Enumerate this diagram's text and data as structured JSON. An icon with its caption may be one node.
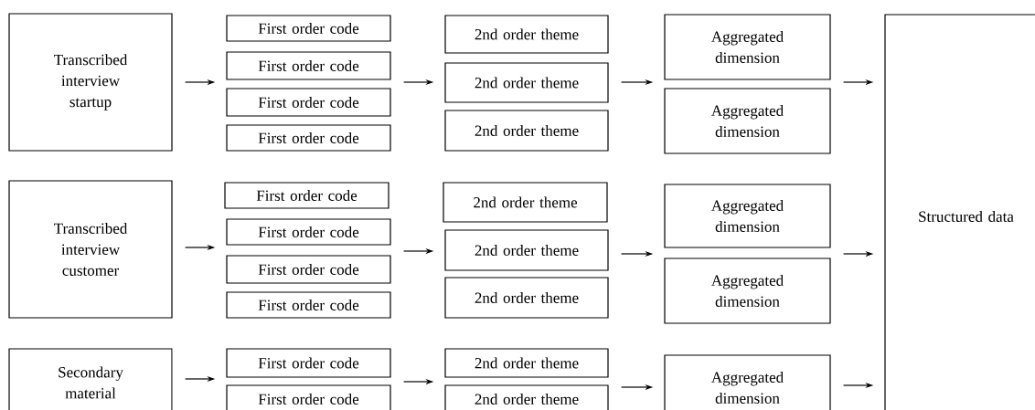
{
  "diagram": {
    "nodes": [
      {
        "text": [
          "Transcribed interview startup"
        ]
      },
      {
        "text": [
          "First order code"
        ]
      },
      {
        "text": [
          "First order code"
        ]
      },
      {
        "text": [
          "First order code"
        ]
      },
      {
        "text": [
          "First order code"
        ]
      },
      {
        "text": [
          "2nd order theme"
        ]
      },
      {
        "text": [
          "2nd order theme"
        ]
      },
      {
        "text": [
          "2nd order theme"
        ]
      },
      {
        "text": [
          "Aggregated dimension"
        ]
      },
      {
        "text": [
          "Aggregated dimension"
        ]
      },
      {
        "text": [
          "Transcribed interview customer"
        ]
      },
      {
        "text": [
          "First order code"
        ]
      },
      {
        "text": [
          "First order code"
        ]
      },
      {
        "text": [
          "First order code"
        ]
      },
      {
        "text": [
          "First order code"
        ]
      },
      {
        "text": [
          "2nd order theme"
        ]
      },
      {
        "text": [
          "2nd order theme"
        ]
      },
      {
        "text": [
          "2nd order theme"
        ]
      },
      {
        "text": [
          "Aggregated dimension"
        ]
      },
      {
        "text": [
          "Aggregated dimension"
        ]
      },
      {
        "text": [
          "Secondary material"
        ]
      },
      {
        "text": [
          "First order code"
        ]
      },
      {
        "text": [
          "First order code"
        ]
      },
      {
        "text": [
          "2nd order theme"
        ]
      },
      {
        "text": [
          "2nd order theme"
        ]
      },
      {
        "text": [
          "Aggregated dimension"
        ]
      },
      {
        "text": [
          "Structured data"
        ]
      }
    ],
    "edges": [
      {
        "from": 0,
        "to": 2,
        "arrow": "to"
      },
      {
        "from": 2,
        "to": 6,
        "arrow": "to"
      },
      {
        "from": 6,
        "to": 8,
        "arrow": "to"
      },
      {
        "from": 8,
        "to": 26,
        "arrow": "to"
      },
      {
        "from": 10,
        "to": 12,
        "arrow": "to"
      },
      {
        "from": 12,
        "to": 16,
        "arrow": "to"
      },
      {
        "from": 16,
        "to": 18,
        "arrow": "to"
      },
      {
        "from": 18,
        "to": 26,
        "arrow": "to"
      },
      {
        "from": 20,
        "to": 21,
        "arrow": "to"
      },
      {
        "from": 21,
        "to": 23,
        "arrow": "to"
      },
      {
        "from": 24,
        "to": 25,
        "arrow": "to"
      },
      {
        "from": 25,
        "to": 26,
        "arrow": "to"
      }
    ]
  }
}
